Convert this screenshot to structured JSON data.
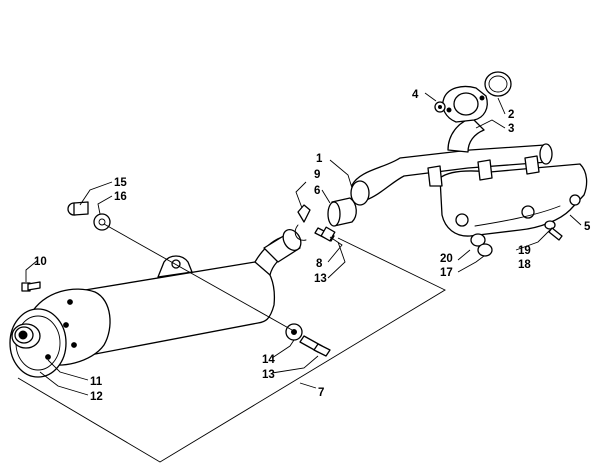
{
  "callouts": [
    {
      "id": "c1",
      "text": "1"
    },
    {
      "id": "c2",
      "text": "2"
    },
    {
      "id": "c3",
      "text": "3"
    },
    {
      "id": "c4",
      "text": "4"
    },
    {
      "id": "c5",
      "text": "5"
    },
    {
      "id": "c6",
      "text": "6"
    },
    {
      "id": "c7",
      "text": "7"
    },
    {
      "id": "c8",
      "text": "8"
    },
    {
      "id": "c9",
      "text": "9"
    },
    {
      "id": "c10",
      "text": "10"
    },
    {
      "id": "c11",
      "text": "11"
    },
    {
      "id": "c12",
      "text": "12"
    },
    {
      "id": "c13a",
      "text": "13"
    },
    {
      "id": "c13b",
      "text": "13"
    },
    {
      "id": "c14",
      "text": "14"
    },
    {
      "id": "c15",
      "text": "15"
    },
    {
      "id": "c16",
      "text": "16"
    },
    {
      "id": "c17",
      "text": "17"
    },
    {
      "id": "c18",
      "text": "18"
    },
    {
      "id": "c19",
      "text": "19"
    },
    {
      "id": "c20",
      "text": "20"
    }
  ]
}
